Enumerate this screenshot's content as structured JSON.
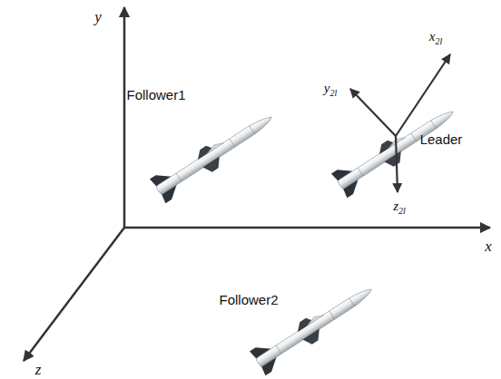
{
  "diagram": {
    "labels": [
      "y",
      "x",
      "z",
      "Follower1",
      "Leader",
      "Follower2",
      "x2l",
      "y2l",
      "z2l"
    ]
  }
}
